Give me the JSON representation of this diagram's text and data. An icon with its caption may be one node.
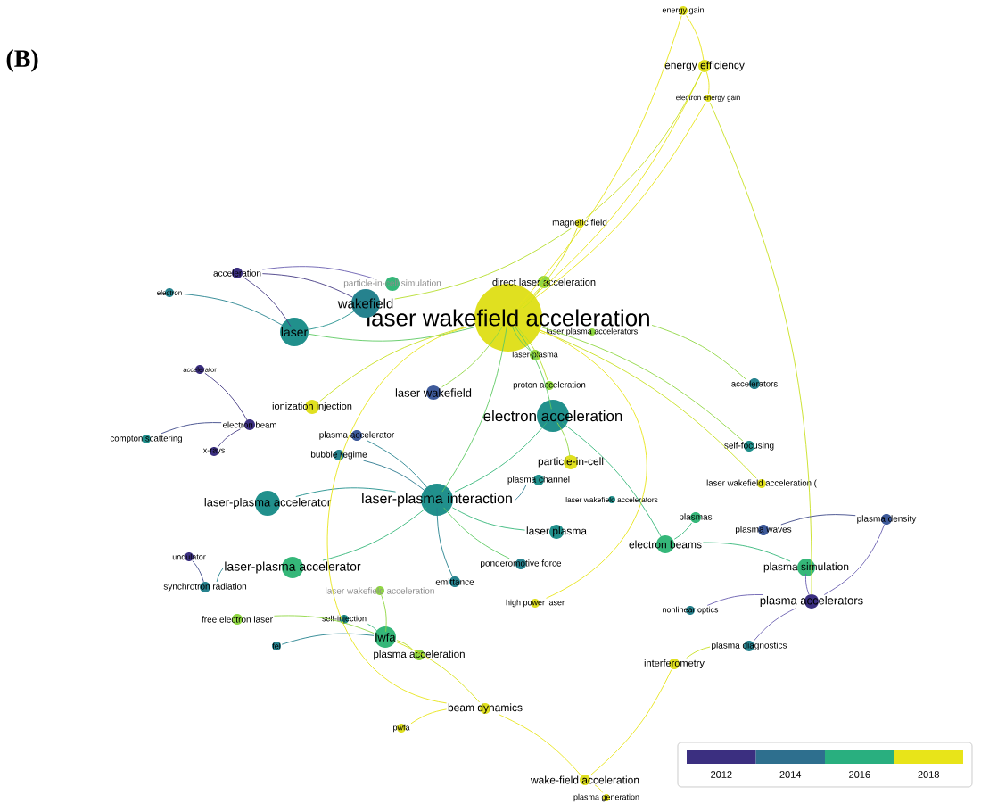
{
  "diagram": {
    "title": "(B)",
    "nodes": [
      {
        "text": [
          "energy gain"
        ]
      },
      {
        "text": [
          "energy efficiency"
        ]
      },
      {
        "text": [
          "electron energy gain"
        ]
      },
      {
        "text": [
          "magnetic field"
        ]
      },
      {
        "text": [
          "acceleration"
        ]
      },
      {
        "text": [
          "electron"
        ]
      },
      {
        "text": [
          "particle-in-cell simulation"
        ]
      },
      {
        "text": [
          "direct laser acceleration"
        ]
      },
      {
        "text": [
          "wakefield"
        ]
      },
      {
        "text": [
          "laser"
        ]
      },
      {
        "text": [
          "laser wakefield acceleration"
        ]
      },
      {
        "text": [
          "laser plasma accelerators"
        ]
      },
      {
        "text": [
          "laser-plasma"
        ]
      },
      {
        "text": [
          "accelerator"
        ]
      },
      {
        "text": [
          "proton acceleration"
        ]
      },
      {
        "text": [
          "laser wakefield"
        ]
      },
      {
        "text": [
          "accelerators"
        ]
      },
      {
        "text": [
          "ionization injection"
        ]
      },
      {
        "text": [
          "electron acceleration"
        ]
      },
      {
        "text": [
          "electron beam"
        ]
      },
      {
        "text": [
          "plasma accelerator"
        ]
      },
      {
        "text": [
          "compton scattering"
        ]
      },
      {
        "text": [
          "x-rays"
        ]
      },
      {
        "text": [
          "bubble regime"
        ]
      },
      {
        "text": [
          "self-focusing"
        ]
      },
      {
        "text": [
          "particle-in-cell"
        ]
      },
      {
        "text": [
          "plasma channel"
        ]
      },
      {
        "text": [
          "laser wakefield acceleration ("
        ]
      },
      {
        "text": [
          "laser-plasma accelerator"
        ]
      },
      {
        "text": [
          "laser-plasma interaction"
        ]
      },
      {
        "text": [
          "laser wakefield accelerators"
        ]
      },
      {
        "text": [
          "plasmas"
        ]
      },
      {
        "text": [
          "laser plasma"
        ]
      },
      {
        "text": [
          "plasma waves"
        ]
      },
      {
        "text": [
          "plasma density"
        ]
      },
      {
        "text": [
          "electron beams"
        ]
      },
      {
        "text": [
          "undulator"
        ]
      },
      {
        "text": [
          "laser-plasma accelerator"
        ]
      },
      {
        "text": [
          "synchrotron radiation"
        ]
      },
      {
        "text": [
          "ponderomotive force"
        ]
      },
      {
        "text": [
          "plasma simulation"
        ]
      },
      {
        "text": [
          "emittance"
        ]
      },
      {
        "text": [
          "laser wakefield acceleration"
        ]
      },
      {
        "text": [
          "plasma accelerators"
        ]
      },
      {
        "text": [
          "high power laser"
        ]
      },
      {
        "text": [
          "free electron laser"
        ]
      },
      {
        "text": [
          "self-injection"
        ]
      },
      {
        "text": [
          "lwfa"
        ]
      },
      {
        "text": [
          "nonlinear optics"
        ]
      },
      {
        "text": [
          "fel"
        ]
      },
      {
        "text": [
          "plasma acceleration"
        ]
      },
      {
        "text": [
          "plasma diagnostics"
        ]
      },
      {
        "text": [
          "interferometry"
        ]
      },
      {
        "text": [
          "beam dynamics"
        ]
      },
      {
        "text": [
          "pwfa"
        ]
      },
      {
        "text": [
          "wake-field acceleration"
        ]
      },
      {
        "text": [
          "plasma generation"
        ]
      }
    ],
    "edges": [
      {
        "from": 0,
        "to": 1,
        "arrow": "none",
        "color": "#e8e419"
      },
      {
        "from": 1,
        "to": 2,
        "arrow": "none",
        "color": "#e8e419"
      },
      {
        "from": 1,
        "to": 10,
        "arrow": "none",
        "color": "#e8e419"
      },
      {
        "from": 0,
        "to": 10,
        "arrow": "none",
        "color": "#e8e419"
      },
      {
        "from": 2,
        "to": 10,
        "arrow": "none",
        "color": "#e8e419"
      },
      {
        "from": 1,
        "to": 3,
        "arrow": "none",
        "color": "#c8e020"
      },
      {
        "from": 3,
        "to": 10,
        "arrow": "none",
        "color": "#d8e219"
      },
      {
        "from": 3,
        "to": 8,
        "arrow": "none",
        "color": "#b5de2b"
      },
      {
        "from": 2,
        "to": 43,
        "arrow": "none",
        "color": "#c8e020"
      },
      {
        "from": 7,
        "to": 10,
        "arrow": "none",
        "color": "#c8e020"
      },
      {
        "from": 11,
        "to": 10,
        "arrow": "none",
        "color": "#e8e419"
      },
      {
        "from": 12,
        "to": 10,
        "arrow": "none",
        "color": "#5ec962"
      },
      {
        "from": 4,
        "to": 9,
        "arrow": "none",
        "color": "#443a83"
      },
      {
        "from": 4,
        "to": 8,
        "arrow": "none",
        "color": "#443a83"
      },
      {
        "from": 4,
        "to": 6,
        "arrow": "none",
        "color": "#6a5fb0"
      },
      {
        "from": 5,
        "to": 9,
        "arrow": "none",
        "color": "#26828e"
      },
      {
        "from": 8,
        "to": 9,
        "arrow": "none",
        "color": "#21908c"
      },
      {
        "from": 9,
        "to": 10,
        "arrow": "none",
        "color": "#5ec962"
      },
      {
        "from": 10,
        "to": 18,
        "arrow": "none",
        "color": "#5ec962"
      },
      {
        "from": 10,
        "to": 15,
        "arrow": "none",
        "color": "#90d743"
      },
      {
        "from": 10,
        "to": 29,
        "arrow": "none",
        "color": "#5ec962"
      },
      {
        "from": 18,
        "to": 29,
        "arrow": "none",
        "color": "#35b779"
      },
      {
        "from": 18,
        "to": 25,
        "arrow": "none",
        "color": "#90d743"
      },
      {
        "from": 10,
        "to": 14,
        "arrow": "none",
        "color": "#b5de2b"
      },
      {
        "from": 10,
        "to": 16,
        "arrow": "none",
        "color": "#90d743"
      },
      {
        "from": 10,
        "to": 24,
        "arrow": "none",
        "color": "#90d743"
      },
      {
        "from": 10,
        "to": 27,
        "arrow": "none",
        "color": "#c8e020"
      },
      {
        "from": 13,
        "to": 19,
        "arrow": "none",
        "color": "#443a83"
      },
      {
        "from": 21,
        "to": 19,
        "arrow": "none",
        "color": "#3e4a89"
      },
      {
        "from": 22,
        "to": 19,
        "arrow": "none",
        "color": "#443a83"
      },
      {
        "from": 17,
        "to": 10,
        "arrow": "none",
        "color": "#c8e020"
      },
      {
        "from": 20,
        "to": 29,
        "arrow": "none",
        "color": "#26828e"
      },
      {
        "from": 23,
        "to": 29,
        "arrow": "none",
        "color": "#2a788e"
      },
      {
        "from": 28,
        "to": 29,
        "arrow": "none",
        "color": "#21908c"
      },
      {
        "from": 29,
        "to": 37,
        "arrow": "none",
        "color": "#35b779"
      },
      {
        "from": 36,
        "to": 38,
        "arrow": "none",
        "color": "#3e4a89"
      },
      {
        "from": 38,
        "to": 37,
        "arrow": "none",
        "color": "#26828e"
      },
      {
        "from": 45,
        "to": 47,
        "arrow": "none",
        "color": "#90d743"
      },
      {
        "from": 49,
        "to": 47,
        "arrow": "none",
        "color": "#26828e"
      },
      {
        "from": 46,
        "to": 47,
        "arrow": "none",
        "color": "#35b779"
      },
      {
        "from": 47,
        "to": 50,
        "arrow": "none",
        "color": "#b5de2b"
      },
      {
        "from": 47,
        "to": 53,
        "arrow": "none",
        "color": "#d8e219"
      },
      {
        "from": 54,
        "to": 53,
        "arrow": "none",
        "color": "#e8e419"
      },
      {
        "from": 53,
        "to": 55,
        "arrow": "none",
        "color": "#e8e419"
      },
      {
        "from": 55,
        "to": 56,
        "arrow": "none",
        "color": "#e8e419"
      },
      {
        "from": 52,
        "to": 55,
        "arrow": "none",
        "color": "#e8e419"
      },
      {
        "from": 52,
        "to": 51,
        "arrow": "none",
        "color": "#c8e020"
      },
      {
        "from": 51,
        "to": 43,
        "arrow": "none",
        "color": "#6a5fb0"
      },
      {
        "from": 43,
        "to": 40,
        "arrow": "none",
        "color": "#6a5fb0"
      },
      {
        "from": 43,
        "to": 34,
        "arrow": "none",
        "color": "#6a5fb0"
      },
      {
        "from": 33,
        "to": 34,
        "arrow": "none",
        "color": "#3e4a89"
      },
      {
        "from": 35,
        "to": 40,
        "arrow": "none",
        "color": "#35b779"
      },
      {
        "from": 31,
        "to": 35,
        "arrow": "none",
        "color": "#35b779"
      },
      {
        "from": 32,
        "to": 29,
        "arrow": "none",
        "color": "#35b779"
      },
      {
        "from": 26,
        "to": 29,
        "arrow": "none",
        "color": "#2a788e"
      },
      {
        "from": 39,
        "to": 29,
        "arrow": "none",
        "color": "#5ec962"
      },
      {
        "from": 41,
        "to": 29,
        "arrow": "none",
        "color": "#26828e"
      },
      {
        "from": 44,
        "to": 10,
        "arrow": "none",
        "color": "#e8e419"
      },
      {
        "from": 48,
        "to": 43,
        "arrow": "none",
        "color": "#6a5fb0"
      },
      {
        "from": 18,
        "to": 35,
        "arrow": "none",
        "color": "#35b779"
      },
      {
        "from": 42,
        "to": 47,
        "arrow": "none",
        "color": "#90d743"
      },
      {
        "from": 10,
        "to": 53,
        "arrow": "none",
        "color": "#e8e419"
      }
    ],
    "legend": [
      {
        "text": "2012",
        "color": "#3b2f80"
      },
      {
        "text": "2014",
        "color": "#2e6f8e"
      },
      {
        "text": "2016",
        "color": "#29af7f"
      },
      {
        "text": "2018",
        "color": "#e8e419"
      }
    ]
  }
}
